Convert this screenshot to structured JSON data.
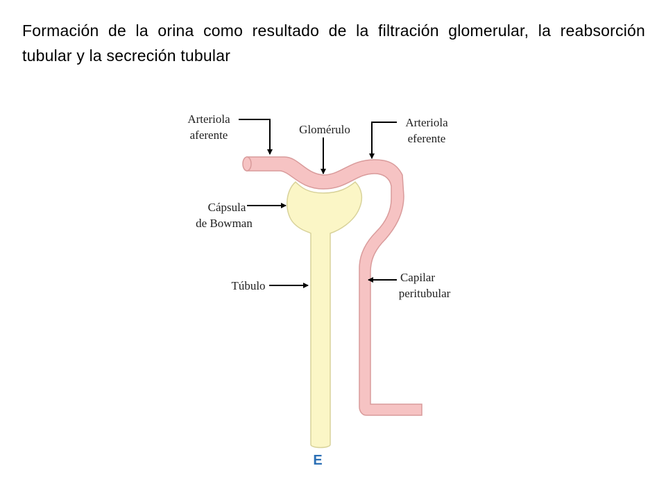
{
  "title": "Formación de la orina como resultado de la filtración glomerular, la reabsorción tubular y la secreción tubular",
  "diagram": {
    "labels": {
      "arteriola_aferente_1": "Arteriola",
      "arteriola_aferente_2": "aferente",
      "glomerulo": "Glomérulo",
      "arteriola_eferente_1": "Arteriola",
      "arteriola_eferente_2": "eferente",
      "capsula_1": "Cápsula",
      "capsula_2": "de Bowman",
      "tubulo": "Túbulo",
      "capilar_1": "Capilar",
      "capilar_2": "peritubular"
    },
    "panel_letter": "E"
  },
  "colors": {
    "vessel_fill": "#f6c3c3",
    "vessel_stroke": "#d99b9b",
    "tubule_fill": "#fbf6c6",
    "tubule_stroke": "#d8d29a",
    "panel_letter": "#2b6fb5"
  }
}
